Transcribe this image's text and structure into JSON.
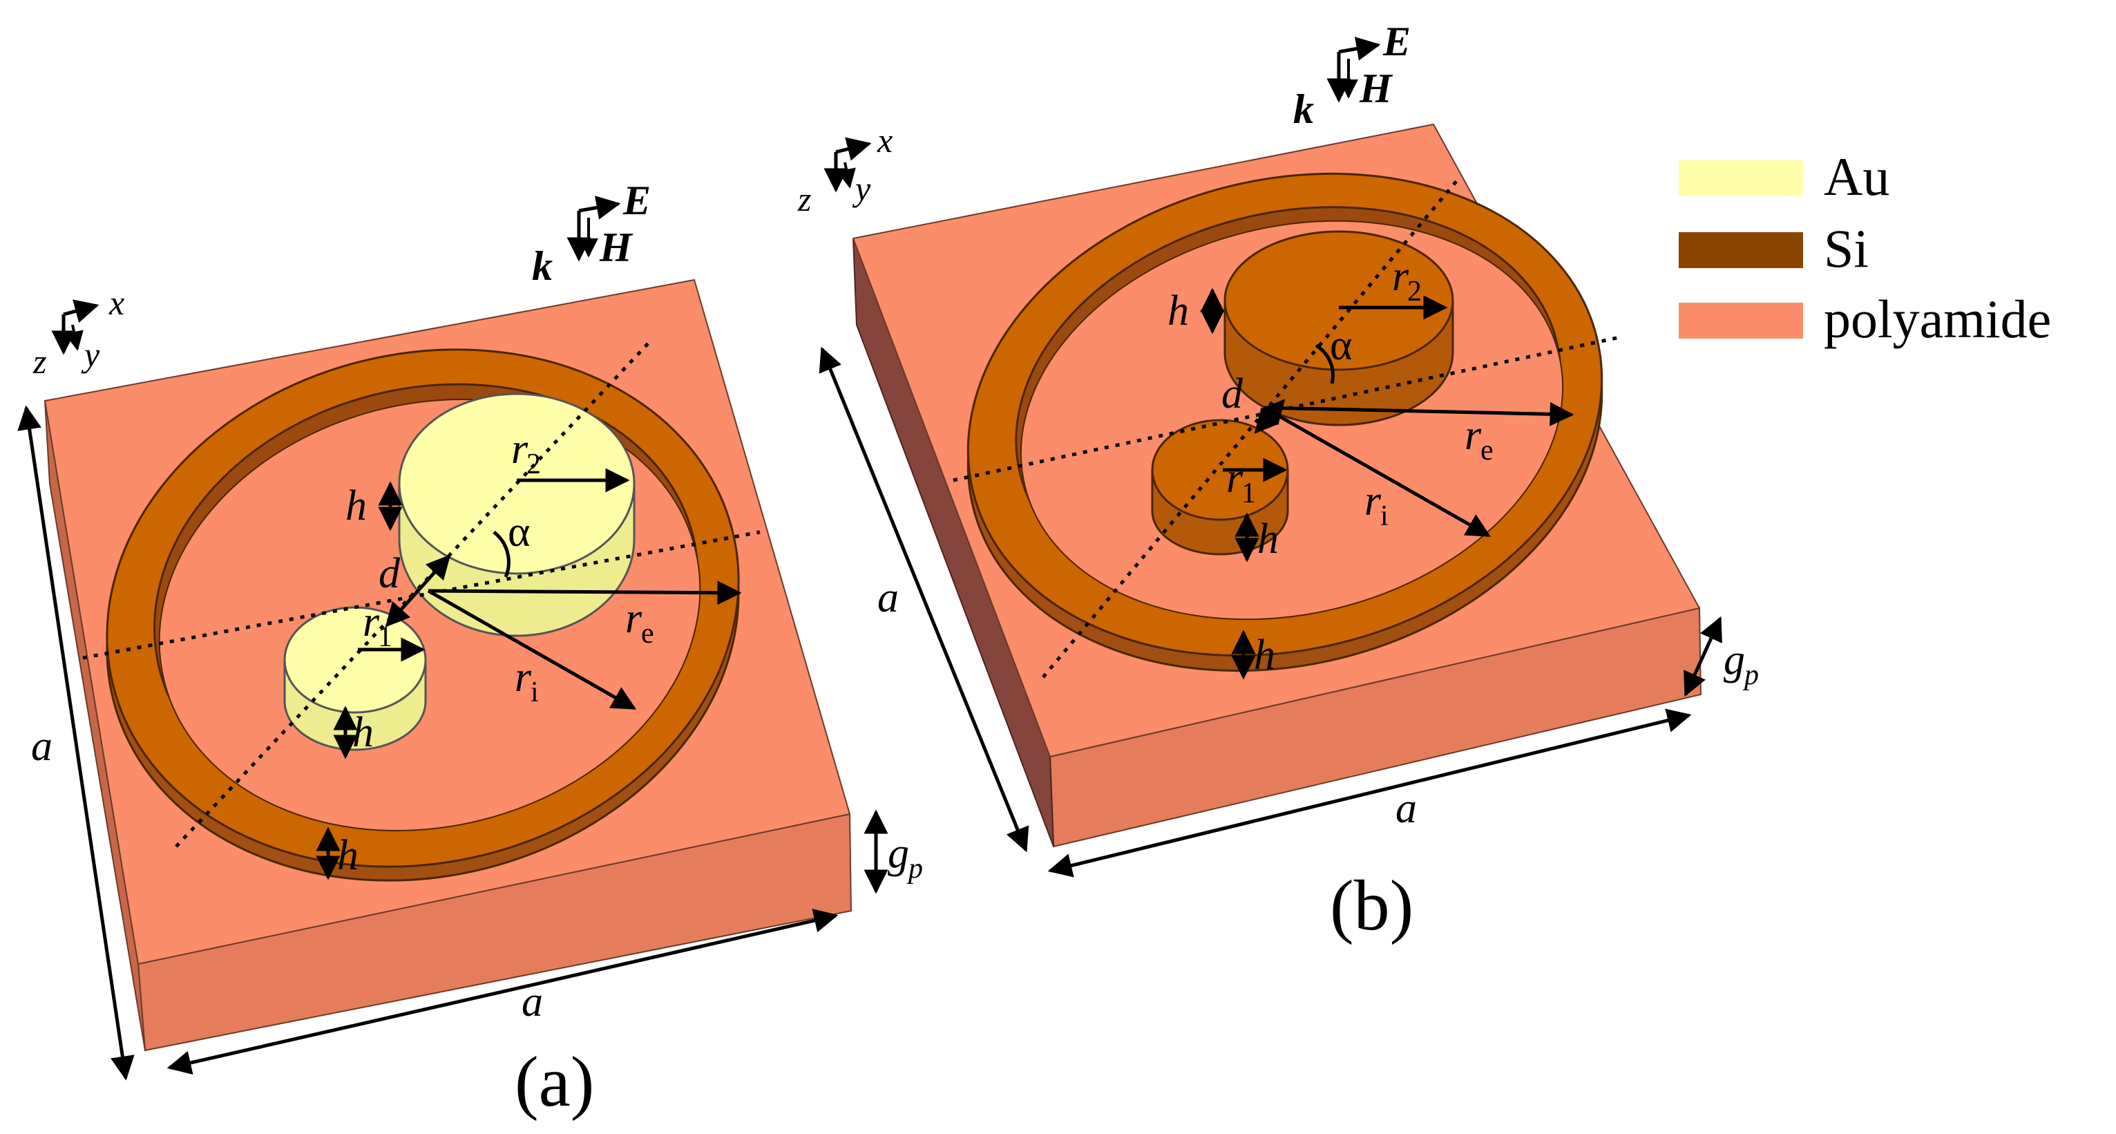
{
  "colors": {
    "au": "#ffffaa",
    "si": "#8b4300",
    "si_ring": "#cc6600",
    "polyamide": "#fb8d6a",
    "polyamide_side": "#e57d5c",
    "polyamide_side_dark": "#86453c"
  },
  "legend": {
    "items": [
      {
        "label": "Au",
        "color": "#ffffaa"
      },
      {
        "label": "Si",
        "color": "#8b4300"
      },
      {
        "label": "polyamide",
        "color": "#fb8d6a"
      }
    ]
  },
  "panels": {
    "a": {
      "caption": "(a)",
      "labels": {
        "side_a_left": "a",
        "side_a_bottom": "a",
        "gap": "g",
        "gap_sub": "p",
        "height_ring": "h",
        "height_small_disk": "h",
        "height_large_disk": "h",
        "r1": "r",
        "r1_sub": "1",
        "r2": "r",
        "r2_sub": "2",
        "re": "r",
        "re_sub": "e",
        "ri": "r",
        "ri_sub": "i",
        "d": "d",
        "alpha": "α"
      },
      "axes": {
        "x": "x",
        "y": "y",
        "z": "z"
      },
      "field": {
        "k": "k",
        "e": "E",
        "h": "H"
      }
    },
    "b": {
      "caption": "(b)",
      "labels": {
        "side_a_left": "a",
        "side_a_bottom": "a",
        "gap": "g",
        "gap_sub": "p",
        "height_ring": "h",
        "height_small_disk": "h",
        "height_large_disk": "h",
        "r1": "r",
        "r1_sub": "1",
        "r2": "r",
        "r2_sub": "2",
        "re": "r",
        "re_sub": "e",
        "ri": "r",
        "ri_sub": "i",
        "d": "d",
        "alpha": "α"
      },
      "axes": {
        "x": "x",
        "y": "y",
        "z": "z"
      },
      "field": {
        "k": "k",
        "e": "E",
        "h": "H"
      }
    }
  }
}
